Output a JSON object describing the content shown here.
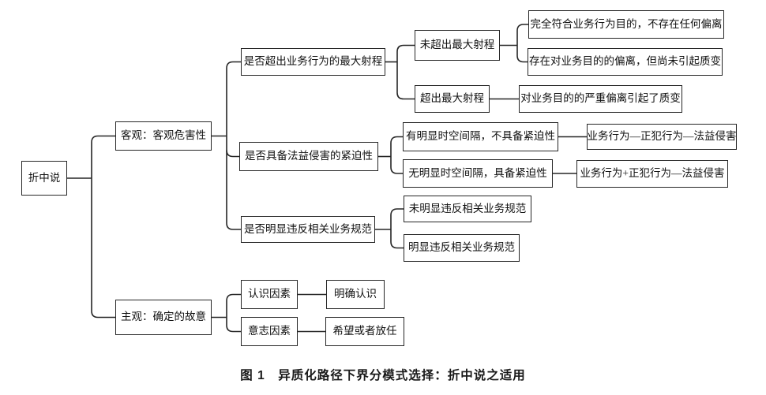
{
  "figure": {
    "caption": "图 1　异质化路径下界分模式选择：折中说之适用"
  },
  "nodes": {
    "root": {
      "label": "折中说"
    },
    "objective": {
      "label": "客观：客观危害性"
    },
    "subjective": {
      "label": "主观：确定的故意"
    },
    "q_range": {
      "label": "是否超出业务行为的最大射程"
    },
    "q_urgency": {
      "label": "是否具备法益侵害的紧迫性"
    },
    "q_norms": {
      "label": "是否明显违反相关业务规范"
    },
    "not_exceed": {
      "label": "未超出最大射程"
    },
    "exceed": {
      "label": "超出最大射程"
    },
    "full_conform": {
      "label": "完全符合业务行为目的，不存在任何偏离"
    },
    "deviation_no_change": {
      "label": "存在对业务目的的偏离，但尚未引起质变"
    },
    "severe_deviation": {
      "label": "对业务目的的严重偏离引起了质变"
    },
    "with_gap": {
      "label": "有明显时空间隔，不具备紧迫性"
    },
    "without_gap": {
      "label": "无明显时空间隔，具备紧迫性"
    },
    "chain_separate": {
      "label": "业务行为—正犯行为—法益侵害"
    },
    "chain_combined": {
      "label": "业务行为+正犯行为—法益侵害"
    },
    "no_violation": {
      "label": "未明显违反相关业务规范"
    },
    "violation": {
      "label": "明显违反相关业务规范"
    },
    "cognition": {
      "label": "认识因素"
    },
    "will": {
      "label": "意志因素"
    },
    "clear_cognition": {
      "label": "明确认识"
    },
    "hope_or_allow": {
      "label": "希望或者放任"
    }
  },
  "colors": {
    "line": "#262626",
    "text": "#111111",
    "background": "#ffffff"
  }
}
